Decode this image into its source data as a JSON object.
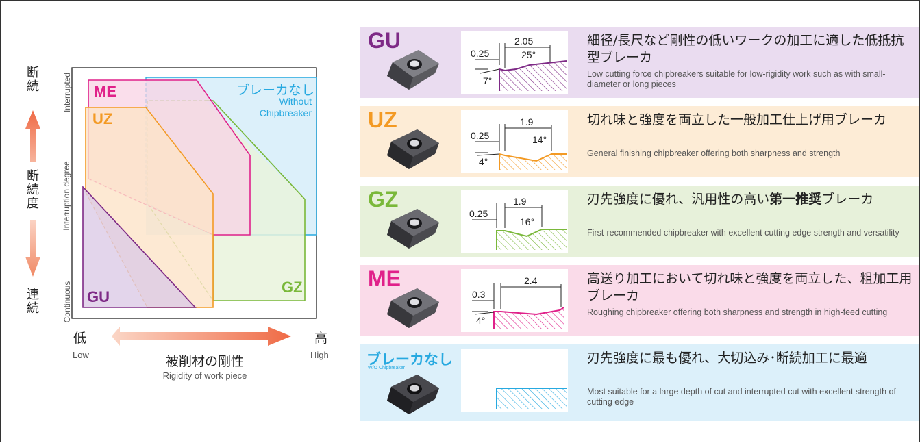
{
  "diagram": {
    "y_axis": {
      "top_jp": "断続",
      "mid_jp": "断続度",
      "bottom_jp": "連続",
      "top_en": "Interrupted",
      "mid_en": "Interruption degree",
      "bottom_en": "Continuous"
    },
    "x_axis": {
      "low_jp": "低",
      "low_en": "Low",
      "high_jp": "高",
      "high_en": "High",
      "title_jp": "被削材の剛性",
      "title_en": "Rigidity of work piece"
    },
    "regions": [
      {
        "code": "ME",
        "color": "#e0218a"
      },
      {
        "code": "UZ",
        "color": "#f39a24"
      },
      {
        "code": "GU",
        "color": "#7e2a86"
      },
      {
        "code": "GZ",
        "color": "#7ab83a"
      },
      {
        "code": "ブレーカなし",
        "en_line1": "Without",
        "en_line2": "Chipbreaker",
        "color": "#27a9e0"
      }
    ]
  },
  "breakers": [
    {
      "code": "GU",
      "color": "#7e2a86",
      "bg": "#eadcf0",
      "dims": [
        "0.25",
        "2.05",
        "25°",
        "7°"
      ],
      "desc_jp": "細径/長尺など剛性の低いワークの加工に適した低抵抗型ブレーカ",
      "desc_en": "Low cutting force chipbreakers suitable for low-rigidity work such as with small-diameter or long pieces"
    },
    {
      "code": "UZ",
      "color": "#f39a24",
      "bg": "#fdecd6",
      "dims": [
        "0.25",
        "1.9",
        "14°",
        "4°"
      ],
      "desc_jp": "切れ味と強度を両立した一般加工仕上げ用ブレーカ",
      "desc_en": "General finishing chipbreaker offering both sharpness and strength"
    },
    {
      "code": "GZ",
      "color": "#7ab83a",
      "bg": "#e7f1da",
      "dims": [
        "0.25",
        "1.9",
        "16°"
      ],
      "desc_jp_pre": "刃先強度に優れ、汎用性の高い",
      "desc_jp_bold": "第一推奨",
      "desc_jp_post": "ブレーカ",
      "desc_en": "First-recommended chipbreaker with excellent cutting edge strength and versatility"
    },
    {
      "code": "ME",
      "color": "#e0218a",
      "bg": "#fadbe9",
      "dims": [
        "0.3",
        "2.4",
        "4°"
      ],
      "desc_jp": "高送り加工において切れ味と強度を両立した、粗加工用ブレーカ",
      "desc_en": "Roughing chipbreaker offering both sharpness and strength in high-feed cutting"
    },
    {
      "code": "ブレーカなし",
      "sub": "W/O Chipbreaker",
      "color": "#27a9e0",
      "bg": "#dcf0fa",
      "desc_jp": "刃先強度に最も優れ、大切込み･断続加工に最適",
      "desc_en": "Most suitable for a large depth of cut and interrupted cut with excellent strength of cutting edge"
    }
  ]
}
